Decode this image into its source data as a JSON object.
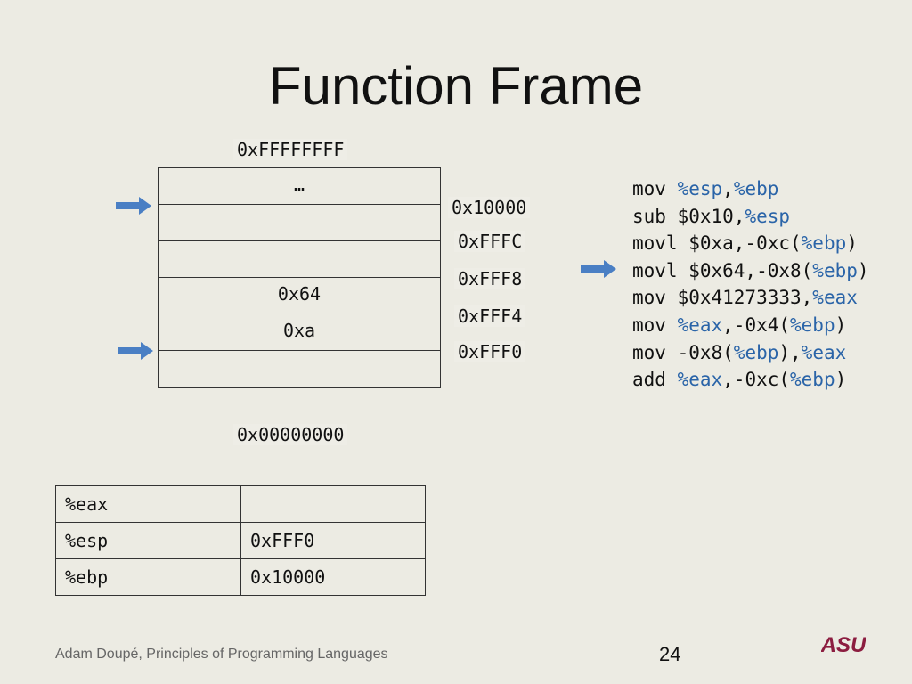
{
  "title": "Function Frame",
  "memory": {
    "top_address": "0xFFFFFFFF",
    "bottom_address": "0x00000000",
    "cells": [
      "…",
      "",
      "",
      "0x64",
      "0xa",
      "",
      ""
    ],
    "addresses": [
      "0x10000",
      "0xFFFC",
      "0xFFF8",
      "0xFFF4",
      "0xFFF0"
    ]
  },
  "code": [
    [
      {
        "t": "mov "
      },
      {
        "t": "%esp",
        "r": true
      },
      {
        "t": ","
      },
      {
        "t": "%ebp",
        "r": true
      }
    ],
    [
      {
        "t": "sub $0x10,"
      },
      {
        "t": "%esp",
        "r": true
      }
    ],
    [
      {
        "t": "movl $0xa,-0xc("
      },
      {
        "t": "%ebp",
        "r": true
      },
      {
        "t": ")"
      }
    ],
    [
      {
        "t": "movl $0x64,-0x8("
      },
      {
        "t": "%ebp",
        "r": true
      },
      {
        "t": ")"
      }
    ],
    [
      {
        "t": "mov $0x41273333,"
      },
      {
        "t": "%eax",
        "r": true
      }
    ],
    [
      {
        "t": "mov "
      },
      {
        "t": "%eax",
        "r": true
      },
      {
        "t": ",-0x4("
      },
      {
        "t": "%ebp",
        "r": true
      },
      {
        "t": ")"
      }
    ],
    [
      {
        "t": "mov -0x8("
      },
      {
        "t": "%ebp",
        "r": true
      },
      {
        "t": "),"
      },
      {
        "t": "%eax",
        "r": true
      }
    ],
    [
      {
        "t": "add "
      },
      {
        "t": "%eax",
        "r": true
      },
      {
        "t": ",-0xc("
      },
      {
        "t": "%ebp",
        "r": true
      },
      {
        "t": ")"
      }
    ]
  ],
  "registers": [
    {
      "name": "%eax",
      "value": ""
    },
    {
      "name": "%esp",
      "value": "0xFFF0"
    },
    {
      "name": "%ebp",
      "value": "0x10000"
    }
  ],
  "footer": "Adam Doupé, Principles of Programming Languages",
  "page_number": "24",
  "logo_text": "ASU",
  "colors": {
    "arrow": "#4a7fc4",
    "register": "#2a64a8",
    "logo": "#8c1d40"
  },
  "icons": [
    "right-arrow-icon",
    "asu-logo"
  ]
}
